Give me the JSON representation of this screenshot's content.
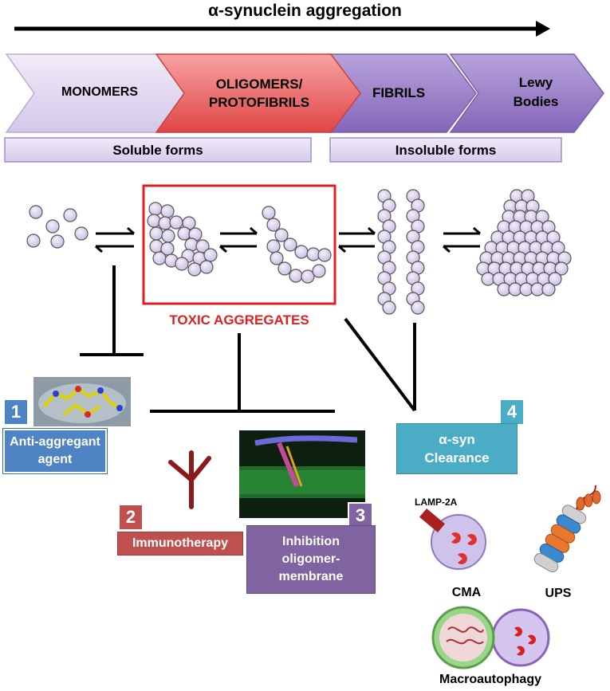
{
  "title": "α-synuclein aggregation",
  "stages": {
    "monomers": "MONOMERS",
    "oligomers": "OLIGOMERS/ PROTOFIBRILS",
    "fibrils": "FIBRILS",
    "lewy": "Lewy Bodies"
  },
  "forms": {
    "soluble": "Soluble forms",
    "insoluble": "Insoluble forms"
  },
  "toxic_label": "TOXIC AGGREGATES",
  "interventions": {
    "i1": {
      "number": "1",
      "label": "Anti-aggregant agent"
    },
    "i2": {
      "number": "2",
      "label": "Immunotherapy"
    },
    "i3": {
      "number": "3",
      "label": "Inhibition oligomer-membrane"
    },
    "i4": {
      "number": "4",
      "label": "α-syn Clearance"
    }
  },
  "clearance": {
    "lamp": "LAMP-2A",
    "cma": "CMA",
    "ups": "UPS",
    "macro": "Macroautophagy"
  },
  "colors": {
    "light_purple": "#ddd3ee",
    "dark_purple": "#8e72bd",
    "red": "#e84a4a",
    "blue": "#4f84c4",
    "brown": "#c0504d",
    "violet": "#8064a2",
    "teal": "#4bacc6",
    "toxic_red": "#e02020"
  }
}
